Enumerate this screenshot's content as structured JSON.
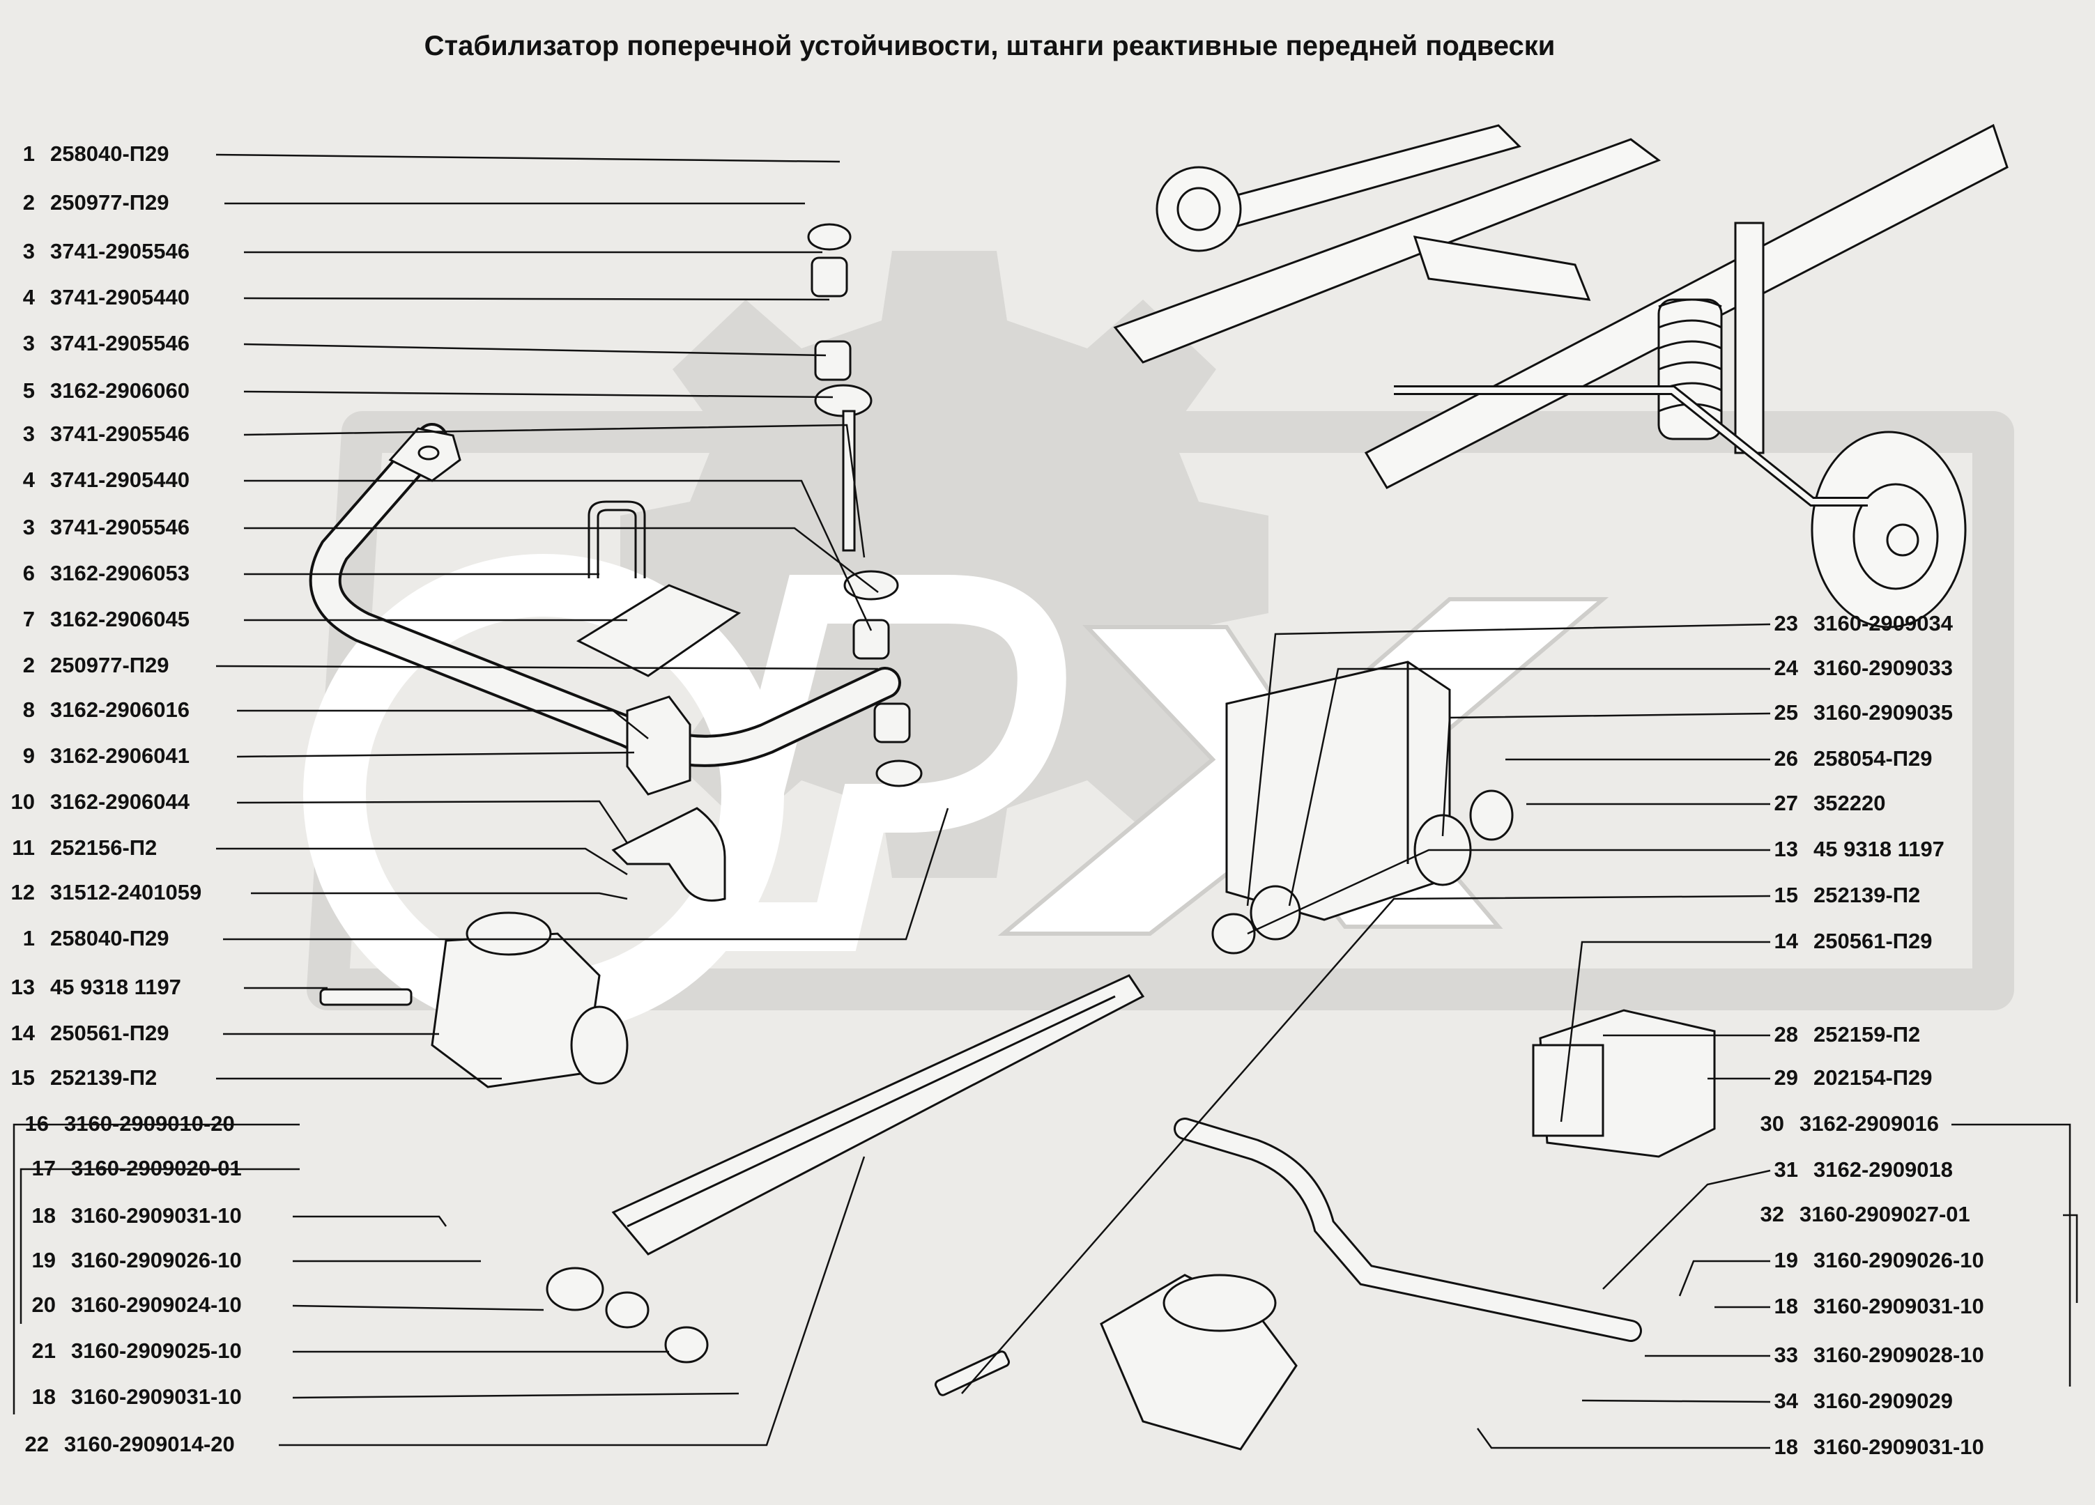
{
  "title": "Стабилизатор поперечной устойчивости, штанги реактивные передней подвески",
  "watermark": "UAZ",
  "colors": {
    "background": "#ecebe8",
    "watermark": "#d7d6d3",
    "line": "#111111"
  },
  "parts_left": [
    {
      "num": "1",
      "code": "258040-П29"
    },
    {
      "num": "2",
      "code": "250977-П29"
    },
    {
      "num": "3",
      "code": "3741-2905546"
    },
    {
      "num": "4",
      "code": "3741-2905440"
    },
    {
      "num": "3",
      "code": "3741-2905546"
    },
    {
      "num": "5",
      "code": "3162-2906060"
    },
    {
      "num": "3",
      "code": "3741-2905546"
    },
    {
      "num": "4",
      "code": "3741-2905440"
    },
    {
      "num": "3",
      "code": "3741-2905546"
    },
    {
      "num": "6",
      "code": "3162-2906053"
    },
    {
      "num": "7",
      "code": "3162-2906045"
    },
    {
      "num": "2",
      "code": "250977-П29"
    },
    {
      "num": "8",
      "code": "3162-2906016"
    },
    {
      "num": "9",
      "code": "3162-2906041"
    },
    {
      "num": "10",
      "code": "3162-2906044"
    },
    {
      "num": "11",
      "code": "252156-П2"
    },
    {
      "num": "12",
      "code": "31512-2401059"
    },
    {
      "num": "1",
      "code": "258040-П29"
    },
    {
      "num": "13",
      "code": "45  9318  1197"
    },
    {
      "num": "14",
      "code": "250561-П29"
    },
    {
      "num": "15",
      "code": "252139-П2"
    },
    {
      "num": "16",
      "code": "3160-2909010-20"
    },
    {
      "num": "17",
      "code": "3160-2909020-01"
    },
    {
      "num": "18",
      "code": "3160-2909031-10"
    },
    {
      "num": "19",
      "code": "3160-2909026-10"
    },
    {
      "num": "20",
      "code": "3160-2909024-10"
    },
    {
      "num": "21",
      "code": "3160-2909025-10"
    },
    {
      "num": "18",
      "code": "3160-2909031-10"
    },
    {
      "num": "22",
      "code": "3160-2909014-20"
    }
  ],
  "parts_right": [
    {
      "num": "23",
      "code": "3160-2909034"
    },
    {
      "num": "24",
      "code": "3160-2909033"
    },
    {
      "num": "25",
      "code": "3160-2909035"
    },
    {
      "num": "26",
      "code": "258054-П29"
    },
    {
      "num": "27",
      "code": "352220"
    },
    {
      "num": "13",
      "code": "45  9318  1197"
    },
    {
      "num": "15",
      "code": "252139-П2"
    },
    {
      "num": "14",
      "code": "250561-П29"
    },
    {
      "num": "28",
      "code": "252159-П2"
    },
    {
      "num": "29",
      "code": "202154-П29"
    },
    {
      "num": "30",
      "code": "3162-2909016"
    },
    {
      "num": "31",
      "code": "3162-2909018"
    },
    {
      "num": "32",
      "code": "3160-2909027-01"
    },
    {
      "num": "19",
      "code": "3160-2909026-10"
    },
    {
      "num": "18",
      "code": "3160-2909031-10"
    },
    {
      "num": "33",
      "code": "3160-2909028-10"
    },
    {
      "num": "34",
      "code": "3160-2909029"
    },
    {
      "num": "18",
      "code": "3160-2909031-10"
    }
  ]
}
